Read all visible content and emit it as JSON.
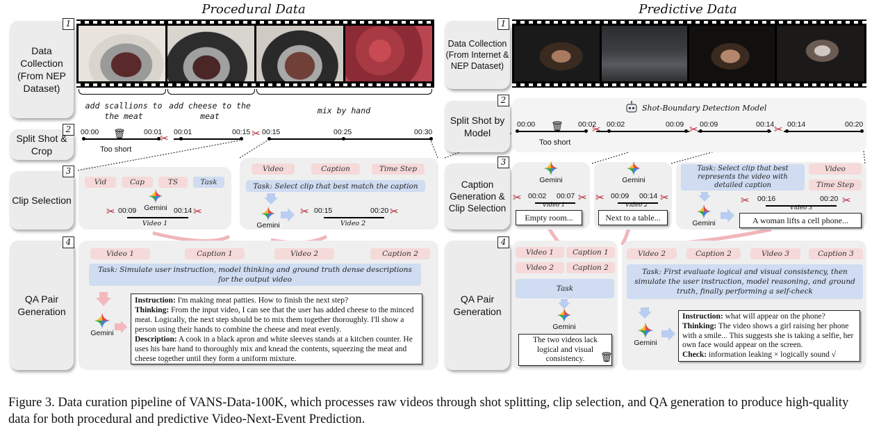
{
  "headers": {
    "left": "Procedural Data",
    "right": "Predictive Data"
  },
  "left": {
    "stage1": {
      "num": "1",
      "label": "Data Collection (From NEP Dataset)"
    },
    "segments": [
      "add scallions to the meat",
      "add cheese to the meat",
      "mix by hand"
    ],
    "stage2": {
      "num": "2",
      "label": "Split Shot & Crop"
    },
    "timeline": [
      "00:00",
      "00:01",
      "00:01",
      "00:15",
      "00:15",
      "00:25",
      "00:30"
    ],
    "too_short": "Too short",
    "stage3": {
      "num": "3",
      "label": "Clip Selection"
    },
    "clip_tags": [
      "Vid",
      "Cap",
      "TS",
      "Task"
    ],
    "clip1": {
      "start": "00:09",
      "end": "00:14",
      "label": "Video 1"
    },
    "sel_tags": [
      "Video",
      "Caption",
      "Time Step"
    ],
    "sel_task": "Task: Select clip that best match the caption",
    "clip2": {
      "start": "00:15",
      "end": "00:20",
      "label": "Video 2"
    },
    "stage4": {
      "num": "4",
      "label": "QA Pair Generation"
    },
    "qa_tags": [
      "Video 1",
      "Caption 1",
      "Video 2",
      "Caption 2"
    ],
    "qa_task": "Task: Simulate user instruction, model thinking and ground truth dense descriptions for the output video",
    "qa_output": {
      "instruction_k": "Instruction:",
      "instruction_v": " I'm making meat patties. How to finish the next step?",
      "thinking_k": "Thinking:",
      "thinking_v": " From the input video, I can see that the user has added cheese to the minced meat. Logically, the next step should be to mix them together thoroughly. I'll show a person using their hands to combine the cheese and meat evenly.",
      "description_k": "Description:",
      "description_v": " A cook in a black apron and white sleeves stands at a kitchen counter. He uses his bare hand to thoroughly mix and knead the contents, squeezing the meat and cheese together until they form a uniform mixture."
    }
  },
  "right": {
    "stage1": {
      "num": "1",
      "label": "Data Collection (From Internet & NEP Dataset)"
    },
    "stage2": {
      "num": "2",
      "label": "Split Shot by Model"
    },
    "model_label": "Shot-Boundary Detection Model",
    "timeline": [
      "00:00",
      "00:02",
      "00:02",
      "00:09",
      "00:09",
      "00:14",
      "00:14",
      "00:20"
    ],
    "too_short": "Too short",
    "stage3": {
      "num": "3",
      "label": "Caption Generation & Clip Selection"
    },
    "cap1": {
      "start": "00:02",
      "end": "00:07",
      "label": "Video 1",
      "caption": "Empty room..."
    },
    "cap2": {
      "start": "00:09",
      "end": "00:14",
      "label": "Video 2",
      "caption": "Next to a table..."
    },
    "sel_task": "Task: Select clip that best represents the video with detailed caption",
    "sel_tags": [
      "Video",
      "Time Step"
    ],
    "cap3": {
      "start": "00:16",
      "end": "00:20",
      "label": "Video 3",
      "caption": "A woman lifts a cell phone..."
    },
    "stage4": {
      "num": "4",
      "label": "QA Pair Generation"
    },
    "check_tags": [
      "Video 1",
      "Caption 1",
      "Video 2",
      "Caption 2"
    ],
    "check_task": "Task",
    "check_output": "The two videos lack logical and visual consistency.",
    "qa_tags": [
      "Video 2",
      "Caption 2",
      "Video 3",
      "Caption 3"
    ],
    "qa_task": "Task: First evaluate logical and visual consistency, then simulate the user instruction, model reasoning, and ground truth, finally performing a self-check",
    "qa_output": {
      "instruction_k": "Instruction:",
      "instruction_v": " what will appear on the phone?",
      "thinking_k": "Thinking:",
      "thinking_v": " The video shows a girl raising her phone with a smile... This suggests she is taking a selfie, her own face would appear on the screen.",
      "check_k": "Check:",
      "check_v": " information leaking × logically sound √"
    }
  },
  "gemini_label": "Gemini",
  "figure_caption": "Figure 3. Data curation pipeline of VANS-Data-100K, which processes raw videos through shot splitting, clip selection, and QA generation to produce high-quality data for both procedural and predictive Video-Next-Event Prediction.",
  "colors": {
    "pink_tag": "#f6d9d9",
    "blue_tag": "#cfdcf2",
    "panel": "#efefef",
    "scissors": "#b3212b"
  }
}
